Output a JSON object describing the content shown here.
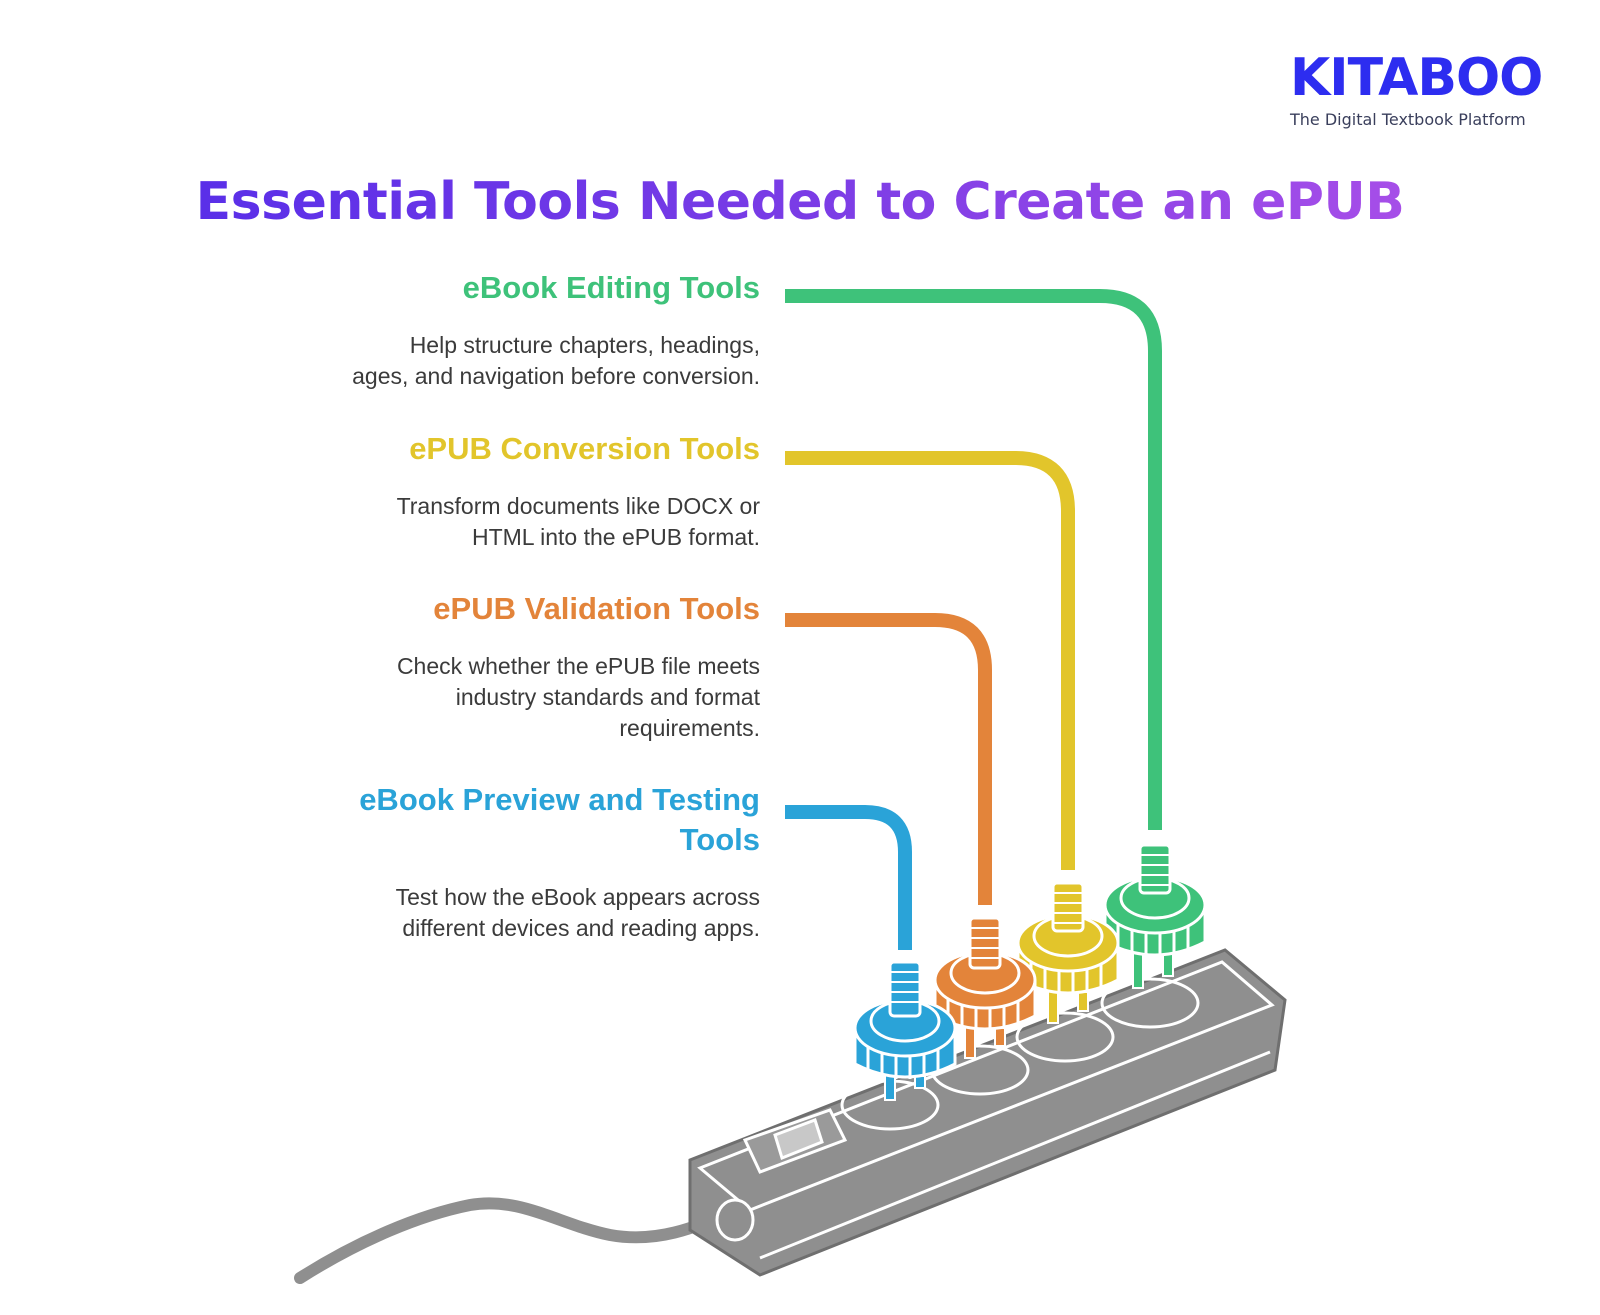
{
  "logo": {
    "wordmark": "KITABOO",
    "tagline": "The Digital Textbook Platform"
  },
  "title": "Essential Tools Needed to Create an ePUB",
  "items": [
    {
      "title": "eBook Editing Tools",
      "lines": [
        "Help structure chapters, headings,",
        "ages, and navigation before conversion."
      ],
      "color": "#3ec27a"
    },
    {
      "title": "ePUB Conversion Tools",
      "lines": [
        "Transform documents like DOCX or",
        "HTML into the ePUB format."
      ],
      "color": "#e2c52b"
    },
    {
      "title": "ePUB Validation Tools",
      "lines": [
        "Check whether the ePUB file meets",
        "industry standards and format",
        "requirements."
      ],
      "color": "#e3843a"
    },
    {
      "title_lines": [
        "eBook Preview and Testing",
        "Tools"
      ],
      "lines": [
        "Test how the eBook appears across",
        "different devices and reading apps."
      ],
      "color": "#2aa3d8"
    }
  ],
  "colors": {
    "power_strip": "#8f8f8f",
    "power_strip_dark": "#6f6f6f",
    "title_gradient_start": "#5a2fe8",
    "title_gradient_end": "#a64ee8"
  },
  "illustration": "power-strip-with-four-plugs"
}
